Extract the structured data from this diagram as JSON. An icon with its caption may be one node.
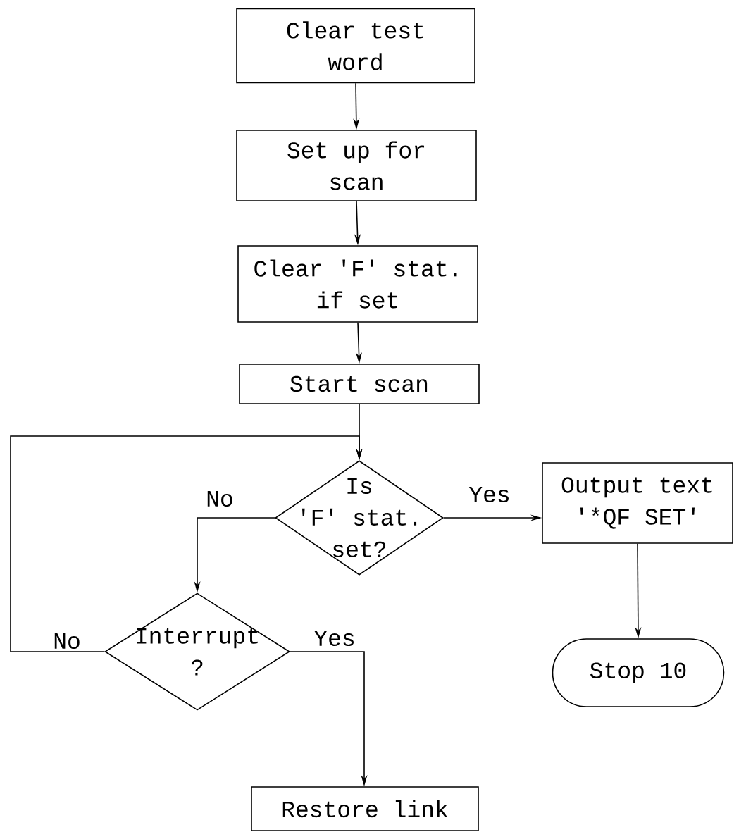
{
  "diagram": {
    "nodes": [
      {
        "text": [
          "Clear test word"
        ]
      },
      {
        "text": [
          "Set up for scan"
        ]
      },
      {
        "text": [
          "Clear 'F' stat. if set"
        ]
      },
      {
        "text": [
          "Start scan"
        ]
      },
      {
        "text": [
          "Is 'F' stat. set?"
        ]
      },
      {
        "text": [
          "Output text '*QF SET'"
        ]
      },
      {
        "text": [
          "Stop 10"
        ]
      },
      {
        "text": [
          "Interrupt ?"
        ]
      },
      {
        "text": [
          "Restore link"
        ]
      }
    ],
    "edges": [
      {
        "from": 0,
        "to": 1,
        "arrow": "to"
      },
      {
        "from": 1,
        "to": 2,
        "arrow": "to"
      },
      {
        "from": 2,
        "to": 3,
        "arrow": "to"
      },
      {
        "from": 3,
        "to": 4,
        "arrow": "to"
      },
      {
        "from": 4,
        "to": 5,
        "arrow": "to",
        "label": "Yes"
      },
      {
        "from": 4,
        "to": 7,
        "arrow": "to",
        "label": "No"
      },
      {
        "from": 5,
        "to": 6,
        "arrow": "to"
      },
      {
        "from": 7,
        "to": 4,
        "arrow": "to",
        "label": "No"
      },
      {
        "from": 7,
        "to": 8,
        "arrow": "to",
        "label": "Yes"
      }
    ]
  }
}
